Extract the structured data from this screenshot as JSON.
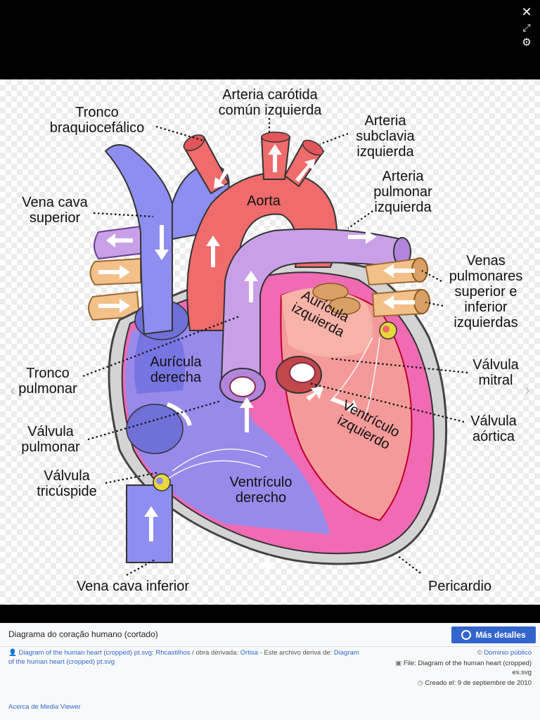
{
  "toolbar": {
    "close_icon": "close-icon",
    "fullscreen_icon": "fullscreen-icon",
    "settings_icon": "gear-icon"
  },
  "diagram": {
    "labels": {
      "tronco_braquio_1": "Tronco",
      "tronco_braquio_2": "braquiocefálico",
      "carotida_1": "Arteria carótida",
      "carotida_2": "común izquierda",
      "subclavia_1": "Arteria",
      "subclavia_2": "subclavia",
      "subclavia_3": "izquierda",
      "vena_cava_sup_1": "Vena cava",
      "vena_cava_sup_2": "superior",
      "aorta": "Aorta",
      "art_pulm_1": "Arteria",
      "art_pulm_2": "pulmonar",
      "art_pulm_3": "izquierda",
      "venas_pulm_1": "Venas",
      "venas_pulm_2": "pulmonares",
      "venas_pulm_3": "superior e",
      "venas_pulm_4": "inferior",
      "venas_pulm_5": "izquierdas",
      "auricula_izq_1": "Aurícula",
      "auricula_izq_2": "izquierda",
      "tronco_pulm_1": "Tronco",
      "tronco_pulm_2": "pulmonar",
      "auricula_der_1": "Aurícula",
      "auricula_der_2": "derecha",
      "valvula_mitral_1": "Válvula",
      "valvula_mitral_2": "mitral",
      "valvula_pulm_1": "Válvula",
      "valvula_pulm_2": "pulmonar",
      "ventriculo_izq_1": "Ventrículo",
      "ventriculo_izq_2": "izquierdo",
      "valvula_aortica_1": "Válvula",
      "valvula_aortica_2": "aórtica",
      "valvula_tric_1": "Válvula",
      "valvula_tric_2": "tricúspide",
      "ventriculo_der_1": "Ventrículo",
      "ventriculo_der_2": "derecho",
      "vena_cava_inf": "Vena cava inferior",
      "pericardio": "Pericardio"
    }
  },
  "panel": {
    "title": "Diagrama do coração humano (cortado)",
    "more_button": "Más detalles",
    "credit_link_1": "Diagram of the human heart (cropped) pt.svg",
    "credit_sep_1": ": ",
    "credit_author": "Rhcastilhos",
    "credit_sep_2": " / obra derivada: ",
    "credit_author_2": "Ortisa",
    "credit_sep_3": " - Este archivo deriva de: ",
    "credit_link_2": "Diagram of the human heart (cropped) pt.svg",
    "license": "Dominio público",
    "file": "File: Diagram of the human heart (cropped) es.svg",
    "created": "Creado el: 9 de septiembre de 2010",
    "about": "Acerca de Media Viewer"
  }
}
